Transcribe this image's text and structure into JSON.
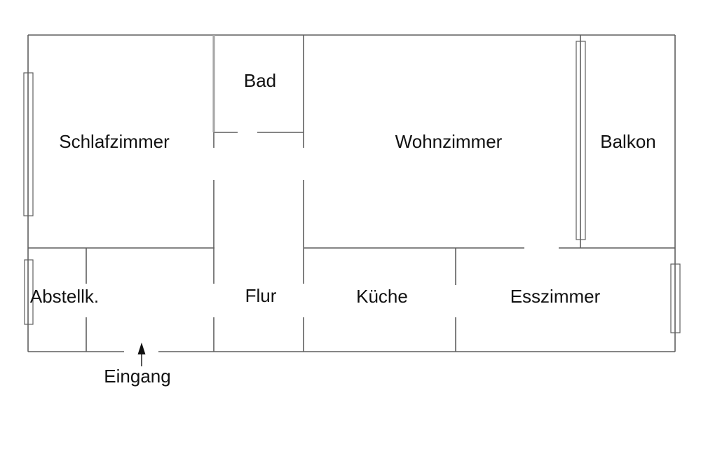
{
  "plan": {
    "type": "apartment-floor-plan",
    "rooms": {
      "schlafzimmer": {
        "label": "Schlafzimmer"
      },
      "bad": {
        "label": "Bad"
      },
      "wohnzimmer": {
        "label": "Wohnzimmer"
      },
      "balkon": {
        "label": "Balkon"
      },
      "abstellkammer": {
        "label": "Abstellk."
      },
      "flur": {
        "label": "Flur"
      },
      "kueche": {
        "label": "Küche"
      },
      "esszimmer": {
        "label": "Esszimmer"
      }
    },
    "entrance": {
      "label": "Eingang"
    },
    "colors": {
      "wall": "#5f5f5f",
      "wall_thick": "#a8a8a8",
      "text": "#111111",
      "background": "#ffffff"
    }
  }
}
